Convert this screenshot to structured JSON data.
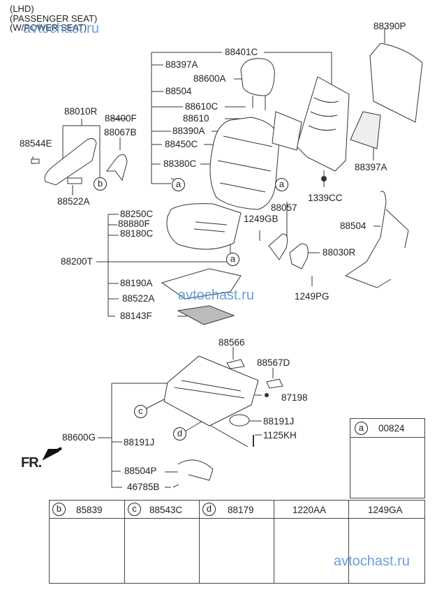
{
  "header": {
    "lines": [
      "(LHD)",
      "(PASSENGER SEAT)",
      "(W/POWER SEAT)"
    ]
  },
  "watermark": "avtochast.ru",
  "front_marker": "FR.",
  "callouts": {
    "p88401C": "88401C",
    "p88397A_top": "88397A",
    "p88600A": "88600A",
    "p88504_left": "88504",
    "p88610C": "88610C",
    "p88400F": "88400F",
    "p88610": "88610",
    "p88390A": "88390A",
    "p88450C": "88450C",
    "p88380C": "88380C",
    "p88010R": "88010R",
    "p88067B": "88067B",
    "p88544E": "88544E",
    "p88522A_left": "88522A",
    "p88390P": "88390P",
    "p88397A_right": "88397A",
    "p1339CC": "1339CC",
    "p88250C": "88250C",
    "p88880F": "88880F",
    "p88180C": "88180C",
    "p88200T": "88200T",
    "p88190A": "88190A",
    "p88522A_mid": "88522A",
    "p88143F": "88143F",
    "p88057": "88057",
    "p1249GB": "1249GB",
    "p88030R": "88030R",
    "p1249PG": "1249PG",
    "p88504_right": "88504",
    "p88566": "88566",
    "p88567D": "88567D",
    "p87198": "87198",
    "p88191J_right": "88191J",
    "p1125KH": "1125KH",
    "p88600G": "88600G",
    "p88191J_left": "88191J",
    "p88504P": "88504P",
    "p46785B": "46785B"
  },
  "reference_circles": {
    "a": "a",
    "b": "b",
    "c": "c",
    "d": "d"
  },
  "detail_table_a": {
    "ref": "a",
    "part": "00824"
  },
  "detail_table": [
    {
      "ref": "b",
      "part": "85839"
    },
    {
      "ref": "c",
      "part": "88543C"
    },
    {
      "ref": "d",
      "part": "88179"
    },
    {
      "ref": "",
      "part": "1220AA"
    },
    {
      "ref": "",
      "part": "1249GA"
    }
  ]
}
